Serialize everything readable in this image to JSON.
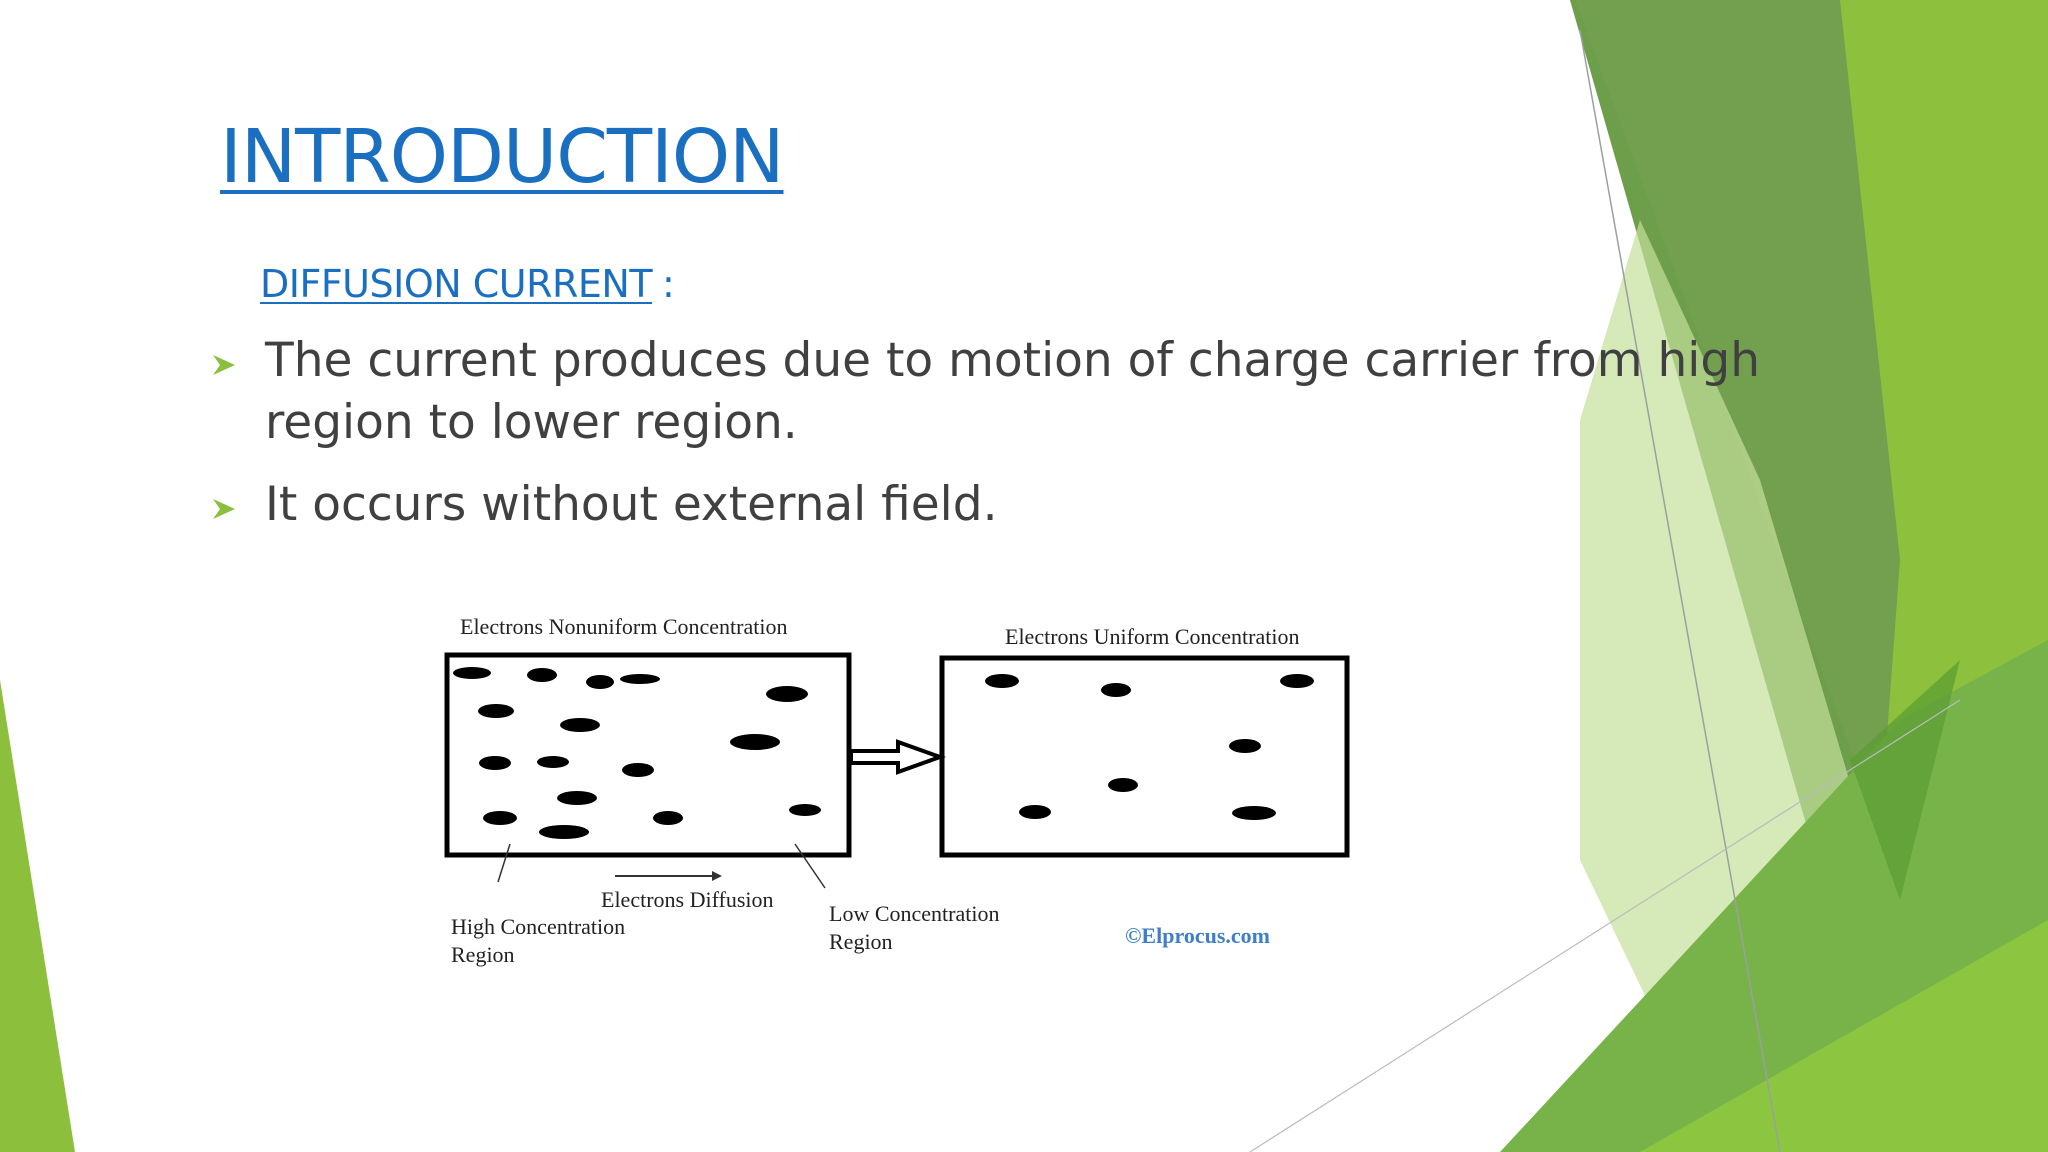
{
  "slide": {
    "title": "INTRODUCTION",
    "subheading": {
      "label": "DIFFUSION CURRENT",
      "colon": ":"
    },
    "bullets": [
      {
        "text": "The current produces due to motion of charge carrier from high region to lower region."
      },
      {
        "text": "It occurs without external field."
      }
    ],
    "colors": {
      "title": "#1a6fc0",
      "body_text": "#404040",
      "bullet_marker": "#8cbf3f",
      "accent_green_dark": "#6a9a46",
      "accent_green": "#7ab648",
      "accent_green_light": "#a6d04a"
    },
    "icons": {
      "bullet": "arrowhead-bullet-icon"
    }
  },
  "figure": {
    "label_nonuniform": "Electrons Nonuniform Concentration",
    "label_uniform": "Electrons Uniform Concentration",
    "label_diffusion": "Electrons Diffusion",
    "label_high_line1": "High Concentration",
    "label_high_line2": "Region",
    "label_low_line1": "Low Concentration",
    "label_low_line2": "Region",
    "credit": "©Elprocus.com"
  }
}
